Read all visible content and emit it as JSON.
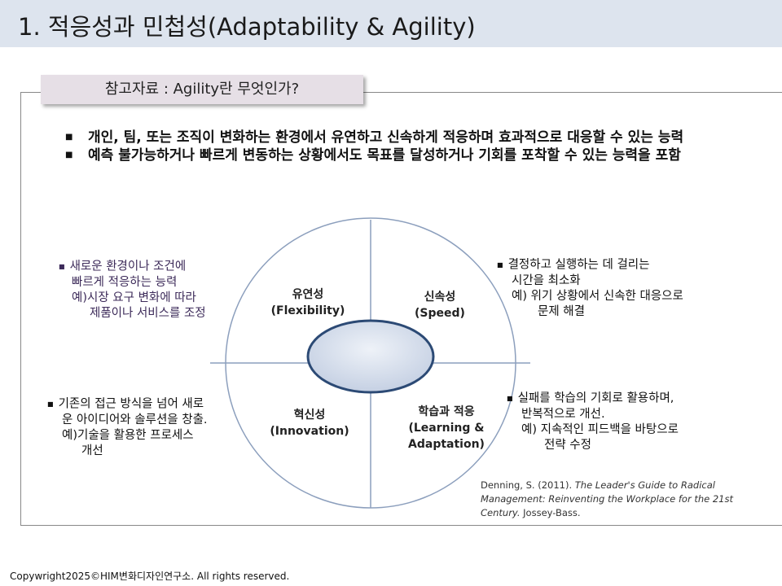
{
  "title": "1. 적응성과 민첩성(Adaptability & Agility)",
  "ref_tag": "참고자료 : Agility란 무엇인가?",
  "bullets": [
    "개인, 팀, 또는 조직이 변화하는 환경에서 유연하고 신속하게 적응하며 효과적으로 대응할 수 있는 능력",
    "예측 불가능하거나 빠르게 변동하는 상황에서도 목표를 달성하거나 기회를 포착할 수 있는 능력을 포함"
  ],
  "quadrants": {
    "top_left": {
      "ko": "유연성",
      "en": "(Flexibility)"
    },
    "top_right": {
      "ko": "신속성",
      "en": "(Speed)"
    },
    "bottom_left": {
      "ko": "혁신성",
      "en": "(Innovation)"
    },
    "bottom_right": {
      "ko": "학습과 적응",
      "en1": "(Learning &",
      "en2": "Adaptation)"
    }
  },
  "notes": {
    "top_left": [
      "새로운 환경이나 조건에",
      "빠르게 적응하는 능력",
      "예)시장 요구 변화에 따라",
      "제품이나 서비스를 조정"
    ],
    "top_right": [
      "결정하고 실행하는 데 걸리는",
      "시간을 최소화",
      "예) 위기 상황에서 신속한 대응으로",
      "문제 해결"
    ],
    "bottom_left": [
      "기존의 접근 방식을 넘어 새로",
      "운 아이디어와 솔루션을 창출.",
      "예)기술을 활용한 프로세스",
      "개선"
    ],
    "bottom_right": [
      "실패를 학습의 기회로 활용하며,",
      "반복적으로 개선.",
      "예) 지속적인 피드백을 바탕으로",
      "전략 수정"
    ]
  },
  "citation": {
    "author": "Denning, S. (2011).",
    "book": "The Leader's Guide to Radical Management: Reinventing the Workplace for the 21st Century.",
    "publisher": "Jossey-Bass."
  },
  "copyright": "Copywright2025©HIM변화디자인연구소. All rights reserved.",
  "colors": {
    "title_bar": "#dde4ee",
    "circle_stroke": "#8c9fbd",
    "center_fill_light": "#eef2f8",
    "center_fill_dark": "#c5d0e3",
    "center_stroke": "#2c4a75",
    "note_purple": "#3d2b5a"
  }
}
